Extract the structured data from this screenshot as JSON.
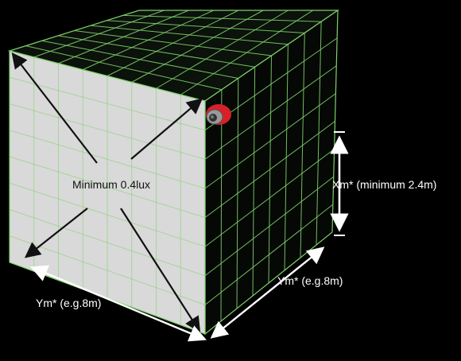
{
  "diagram": {
    "center_label": "Minimum 0.4lux",
    "height_label": "Xm*  (minimum 2.4m)",
    "depth_label": "Ym*  (e.g.8m)",
    "width_label": "Ym*  (e.g.8m)",
    "grid_divisions": 8
  },
  "colors": {
    "background": "#000000",
    "grid": "#7fd06a",
    "front_face": "#d9d9d9",
    "text_dark": "#111111",
    "text_light": "#ffffff",
    "camera_body": "#d8202a"
  }
}
